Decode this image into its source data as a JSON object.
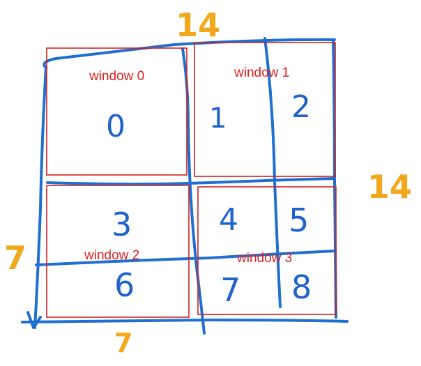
{
  "dimensions": {
    "top": "14",
    "right": "14",
    "left": "7",
    "bottom": "7"
  },
  "cells": [
    "0",
    "1",
    "2",
    "3",
    "4",
    "5",
    "6",
    "7",
    "8"
  ],
  "windows": [
    {
      "label": "window 0"
    },
    {
      "label": "window 1"
    },
    {
      "label": "window 2"
    },
    {
      "label": "window 3"
    }
  ],
  "colors": {
    "grid": "#1f6fd1",
    "window_box": "#d42020",
    "window_label": "#e02020",
    "dimension": "#f2a81d",
    "cell_digit": "#1f62c8"
  }
}
